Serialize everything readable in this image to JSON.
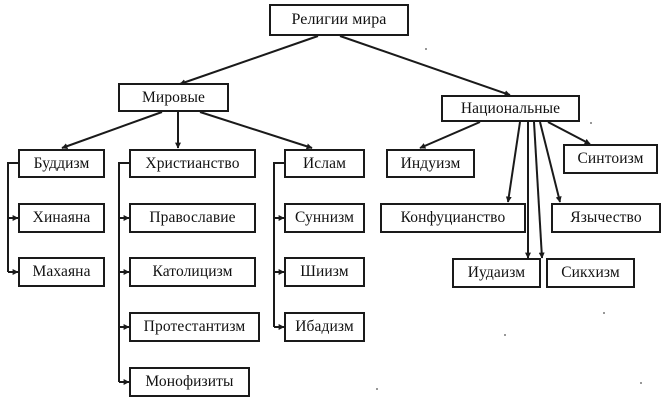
{
  "title": "Религии мира",
  "world": {
    "label": "Мировые",
    "branches": [
      {
        "label": "Буддизм",
        "children": [
          "Хинаяна",
          "Махаяна"
        ]
      },
      {
        "label": "Христианство",
        "children": [
          "Православие",
          "Католицизм",
          "Протестантизм",
          "Монофизиты"
        ]
      },
      {
        "label": "Ислам",
        "children": [
          "Суннизм",
          "Шиизм",
          "Ибадизм"
        ]
      }
    ]
  },
  "national": {
    "label": "Национальные",
    "children": [
      "Индуизм",
      "Синтоизм",
      "Конфуцианство",
      "Язычество",
      "Иудаизм",
      "Сикхизм"
    ]
  }
}
